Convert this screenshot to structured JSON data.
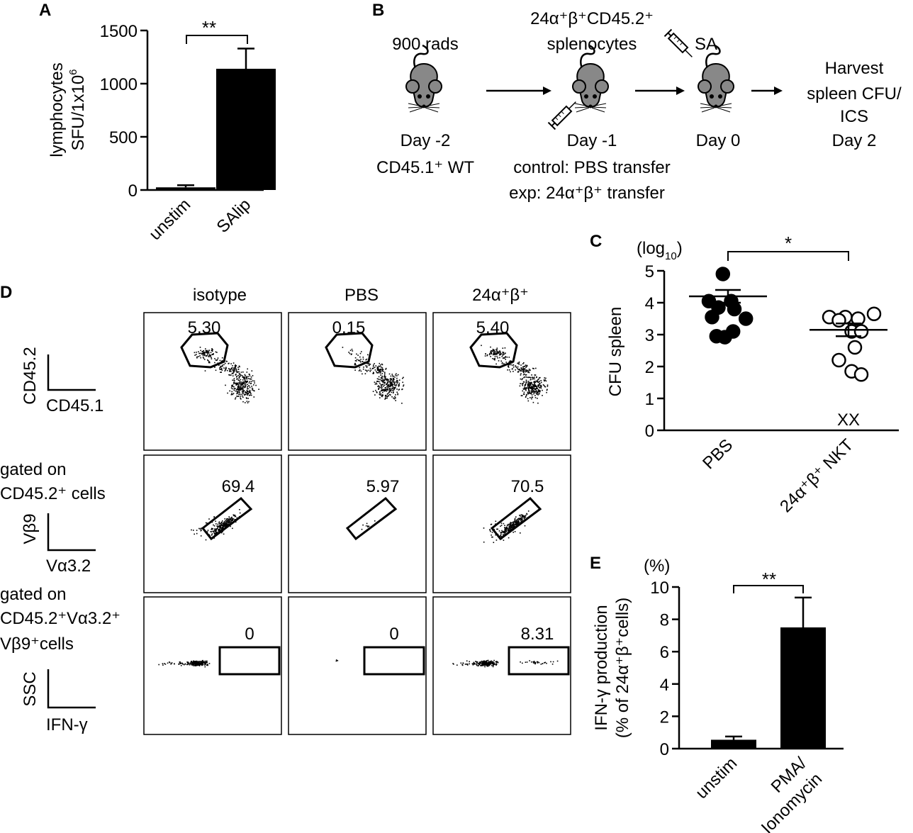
{
  "panels": {
    "A": {
      "letter": "A",
      "chart_data": {
        "type": "bar",
        "categories": [
          "unstim",
          "SAlip"
        ],
        "values": [
          25,
          1140
        ],
        "errors": [
          20,
          190
        ],
        "ylabel_line1": "SFU/1x10",
        "ylabel_sup": "6",
        "ylabel_line2": "lymphocytes",
        "ylim": [
          0,
          1500
        ],
        "yticks": [
          "0",
          "500",
          "1000",
          "1500"
        ],
        "significance": "**"
      }
    },
    "B": {
      "letter": "B",
      "top_label": "24α⁺β⁺CD45.2⁺",
      "top_label2": "splenocytes",
      "rads": "900 rads",
      "sa": "SA",
      "day_m2": "Day -2",
      "day_m1": "Day -1",
      "day_0": "Day 0",
      "wt": "CD45.1⁺ WT",
      "control": "control: PBS transfer",
      "exp": "exp: 24α⁺β⁺ transfer",
      "harvest1": "Harvest",
      "harvest2": "spleen CFU/",
      "harvest3": "ICS",
      "harvest4": "Day 2"
    },
    "C": {
      "letter": "C",
      "chart_data": {
        "type": "scatter",
        "categories": [
          "PBS",
          "24α⁺β⁺ NKT"
        ],
        "ylabel": "CFU spleen",
        "unit_label": "(log",
        "unit_sub": "10",
        "unit_close": ")",
        "ylim": [
          0,
          5
        ],
        "yticks": [
          "0",
          "1",
          "2",
          "3",
          "4",
          "5"
        ],
        "series": [
          {
            "points": [
              [
                -0.08,
                4.9
              ],
              [
                -0.3,
                4.05
              ],
              [
                0.05,
                4.05
              ],
              [
                -0.15,
                3.85
              ],
              [
                0.1,
                3.8
              ],
              [
                -0.25,
                3.55
              ],
              [
                0.28,
                3.5
              ],
              [
                0.08,
                3.1
              ],
              [
                -0.18,
                2.95
              ],
              [
                -0.05,
                2.92
              ]
            ],
            "mean": 4.2,
            "sem": 0.2,
            "filled": true
          },
          {
            "points": [
              [
                -0.3,
                3.55
              ],
              [
                -0.05,
                3.55
              ],
              [
                0.15,
                3.5
              ],
              [
                0.4,
                3.65
              ],
              [
                -0.15,
                3.45
              ],
              [
                0.05,
                3.1
              ],
              [
                0.2,
                3.1
              ],
              [
                0.1,
                2.6
              ],
              [
                -0.15,
                2.2
              ],
              [
                0.05,
                1.85
              ],
              [
                0.2,
                1.75
              ]
            ],
            "mean": 3.15,
            "sem": 0.2,
            "filled": false
          }
        ],
        "marker_note": "XX",
        "significance": "*"
      }
    },
    "D": {
      "letter": "D",
      "columns": [
        "isotype",
        "PBS",
        "24α⁺β⁺"
      ],
      "rows": [
        {
          "gate_text": "",
          "gate_text2": "",
          "gate_text3": "",
          "yaxis": "CD45.2",
          "xaxis": "CD45.1",
          "values": [
            "5.30",
            "0.15",
            "5.40"
          ]
        },
        {
          "gate_text": "gated on",
          "gate_text2": "CD45.2⁺ cells",
          "gate_text3": "",
          "yaxis": "Vβ9",
          "xaxis": "Vα3.2",
          "values": [
            "69.4",
            "5.97",
            "70.5"
          ]
        },
        {
          "gate_text": "gated on",
          "gate_text2": "CD45.2⁺Vα3.2⁺",
          "gate_text3": "Vβ9⁺cells",
          "yaxis": "SSC",
          "xaxis": "IFN-γ",
          "values": [
            "0",
            "0",
            "8.31"
          ]
        }
      ]
    },
    "E": {
      "letter": "E",
      "chart_data": {
        "type": "bar",
        "categories_line1": [
          "unstim",
          "PMA/"
        ],
        "categories_line2": [
          "",
          "Ionomycin"
        ],
        "values": [
          0.55,
          7.5
        ],
        "errors": [
          0.2,
          1.85
        ],
        "ylabel_line1": "IFN-γ production",
        "ylabel_line2": "(% of 24α⁺β⁺cells)",
        "unit_label": "(%)",
        "ylim": [
          0,
          10
        ],
        "yticks": [
          "0",
          "2",
          "4",
          "6",
          "8",
          "10"
        ],
        "significance": "**"
      }
    }
  }
}
